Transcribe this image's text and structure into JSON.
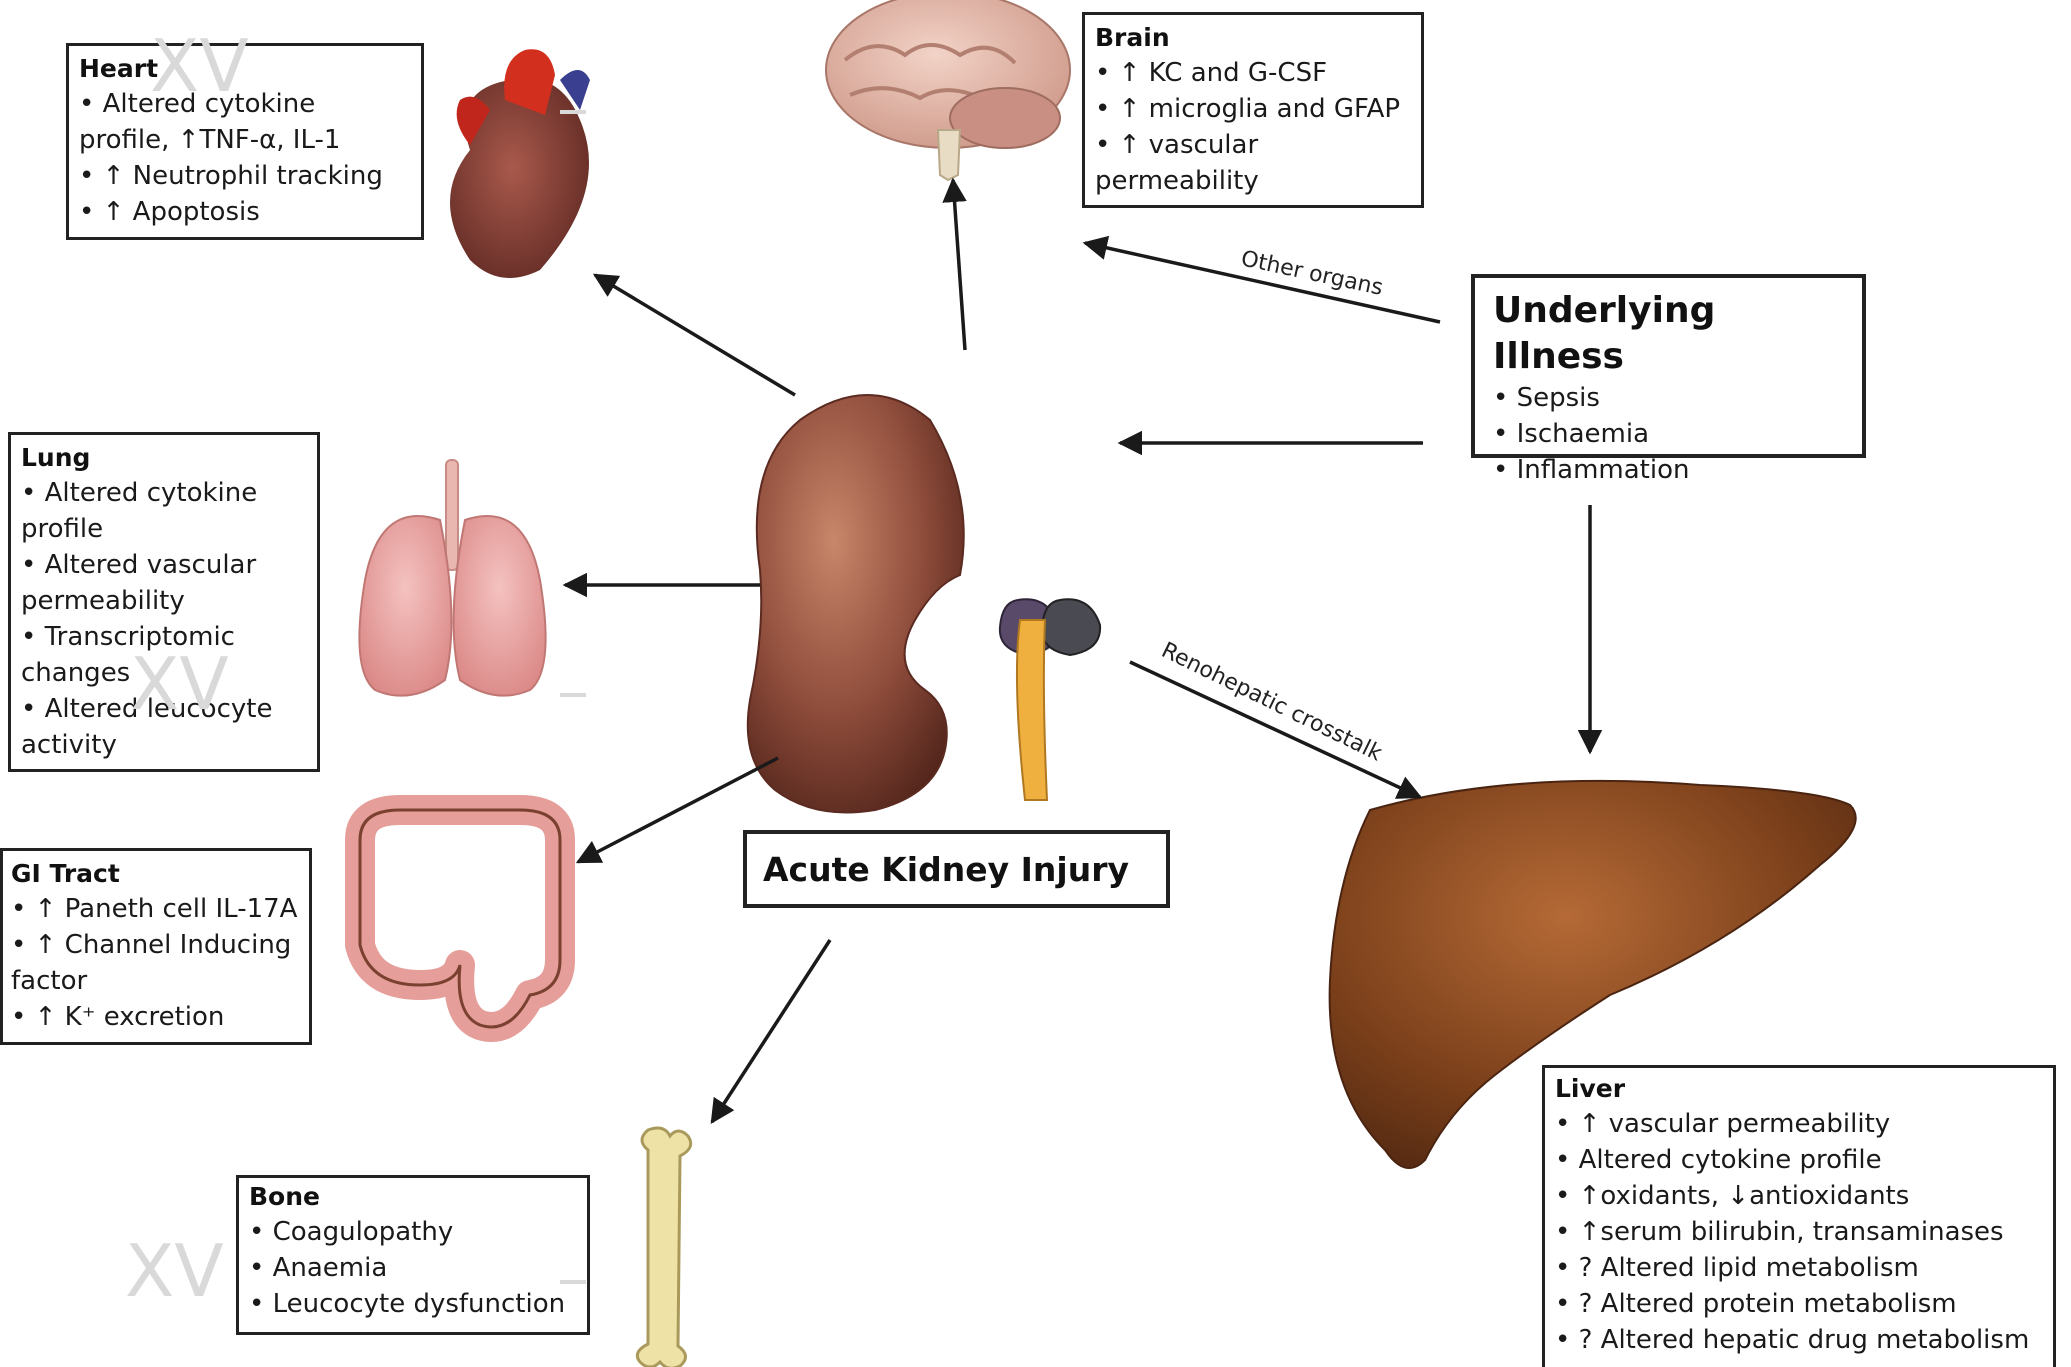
{
  "organs": {
    "heart": {
      "title": "Heart",
      "items": [
        "Altered cytokine profile, ↑TNF-α, IL-1",
        "↑ Neutrophil tracking",
        "↑ Apoptosis"
      ]
    },
    "brain": {
      "title": "Brain",
      "items": [
        "↑ KC and G-CSF",
        "↑ microglia and GFAP",
        "↑ vascular permeability"
      ]
    },
    "lung": {
      "title": "Lung",
      "items": [
        "Altered cytokine profile",
        "Altered vascular permeability",
        "Transcriptomic changes",
        "Altered leucocyte activity"
      ]
    },
    "gi": {
      "title": "GI Tract",
      "items": [
        "↑ Paneth cell IL-17A",
        "↑ Channel Inducing factor",
        "↑ K⁺ excretion"
      ]
    },
    "bone": {
      "title": "Bone",
      "items": [
        "Coagulopathy",
        "Anaemia",
        "Leucocyte dysfunction"
      ]
    },
    "liver": {
      "title": "Liver",
      "items": [
        "↑ vascular permeability",
        "Altered cytokine profile",
        "↑oxidants, ↓antioxidants",
        "↑serum bilirubin, transaminases",
        "? Altered lipid metabolism",
        "? Altered protein metabolism",
        "? Altered hepatic drug metabolism"
      ]
    }
  },
  "underlying": {
    "title": "Underlying Illness",
    "items": [
      "Sepsis",
      "Ischaemia",
      "Inflammation"
    ]
  },
  "aki_label": "Acute Kidney Injury",
  "edge_labels": {
    "other_organs": "Other organs",
    "renohepatic": "Renohepatic crosstalk"
  },
  "watermark": "XV",
  "colors": {
    "arrow": "#1a1a1a",
    "box_border": "#222222",
    "kidney": "#8a4a3a",
    "liver": "#7a3f1a",
    "heart": "#7b3a30",
    "lung": "#e6a0a0",
    "intestine": "#e8a7a2",
    "bone": "#efe2a6",
    "brain": "#e2b7a8",
    "title_red": "#ee1c1c"
  }
}
